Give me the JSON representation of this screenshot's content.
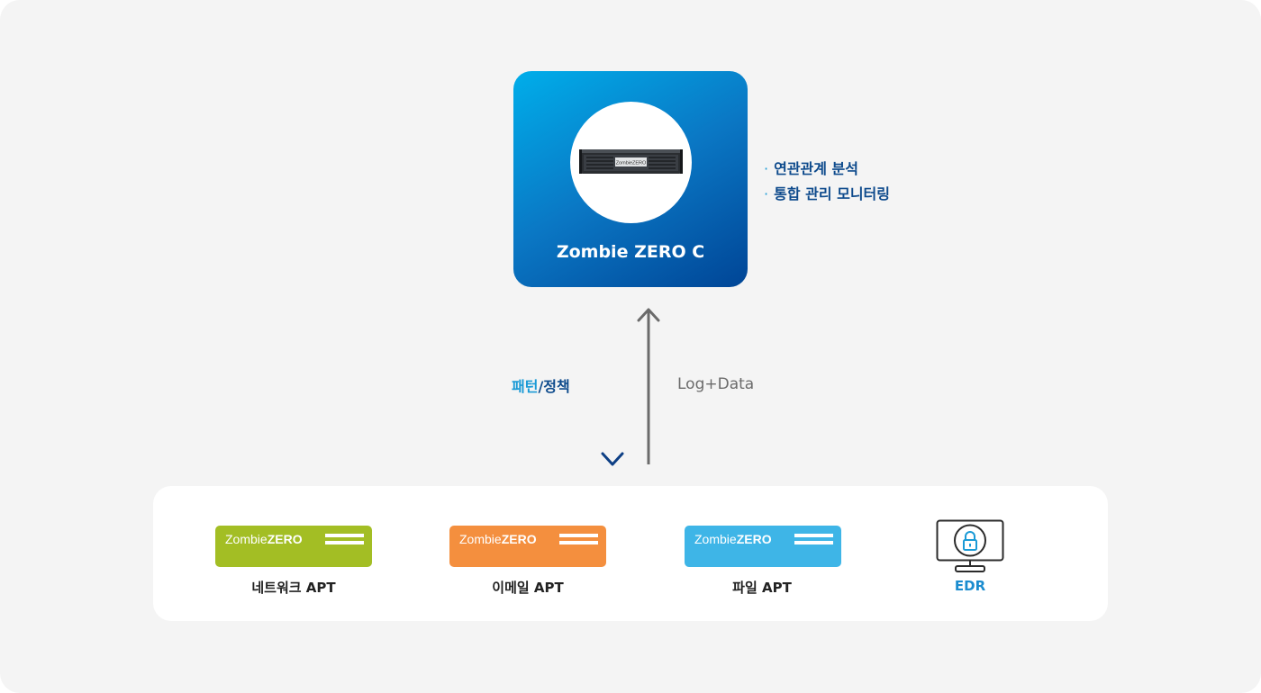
{
  "central": {
    "title": "Zombie ZERO C",
    "image": "server-rack-image",
    "server_badge": "ZombieZERO"
  },
  "features": [
    {
      "bullet": "·",
      "text": "연관관계 분석"
    },
    {
      "bullet": "·",
      "text": "통합 관리 모니터링"
    }
  ],
  "flows": {
    "down_label_accent": "패턴",
    "down_label_rest": "/정책",
    "up_label": "Log+Data"
  },
  "devices": [
    {
      "brand_regular": "Zombie",
      "brand_bold": "ZERO",
      "label": "네트워크 APT",
      "color": "#a3be24"
    },
    {
      "brand_regular": "Zombie",
      "brand_bold": "ZERO",
      "label": "이메일 APT",
      "color": "#f48f3e"
    },
    {
      "brand_regular": "Zombie",
      "brand_bold": "ZERO",
      "label": "파일 APT",
      "color": "#3eb5e7"
    }
  ],
  "edr": {
    "label": "EDR",
    "icon": "monitor-lock-icon",
    "color": "#1a8ccf"
  },
  "colors": {
    "background": "#f4f4f4",
    "central_gradient_start": "#00aeea",
    "central_gradient_end": "#004596",
    "feature_text": "#0d4a8c",
    "accent": "#1a9ad6",
    "up_arrow": "#6b6b6b"
  }
}
